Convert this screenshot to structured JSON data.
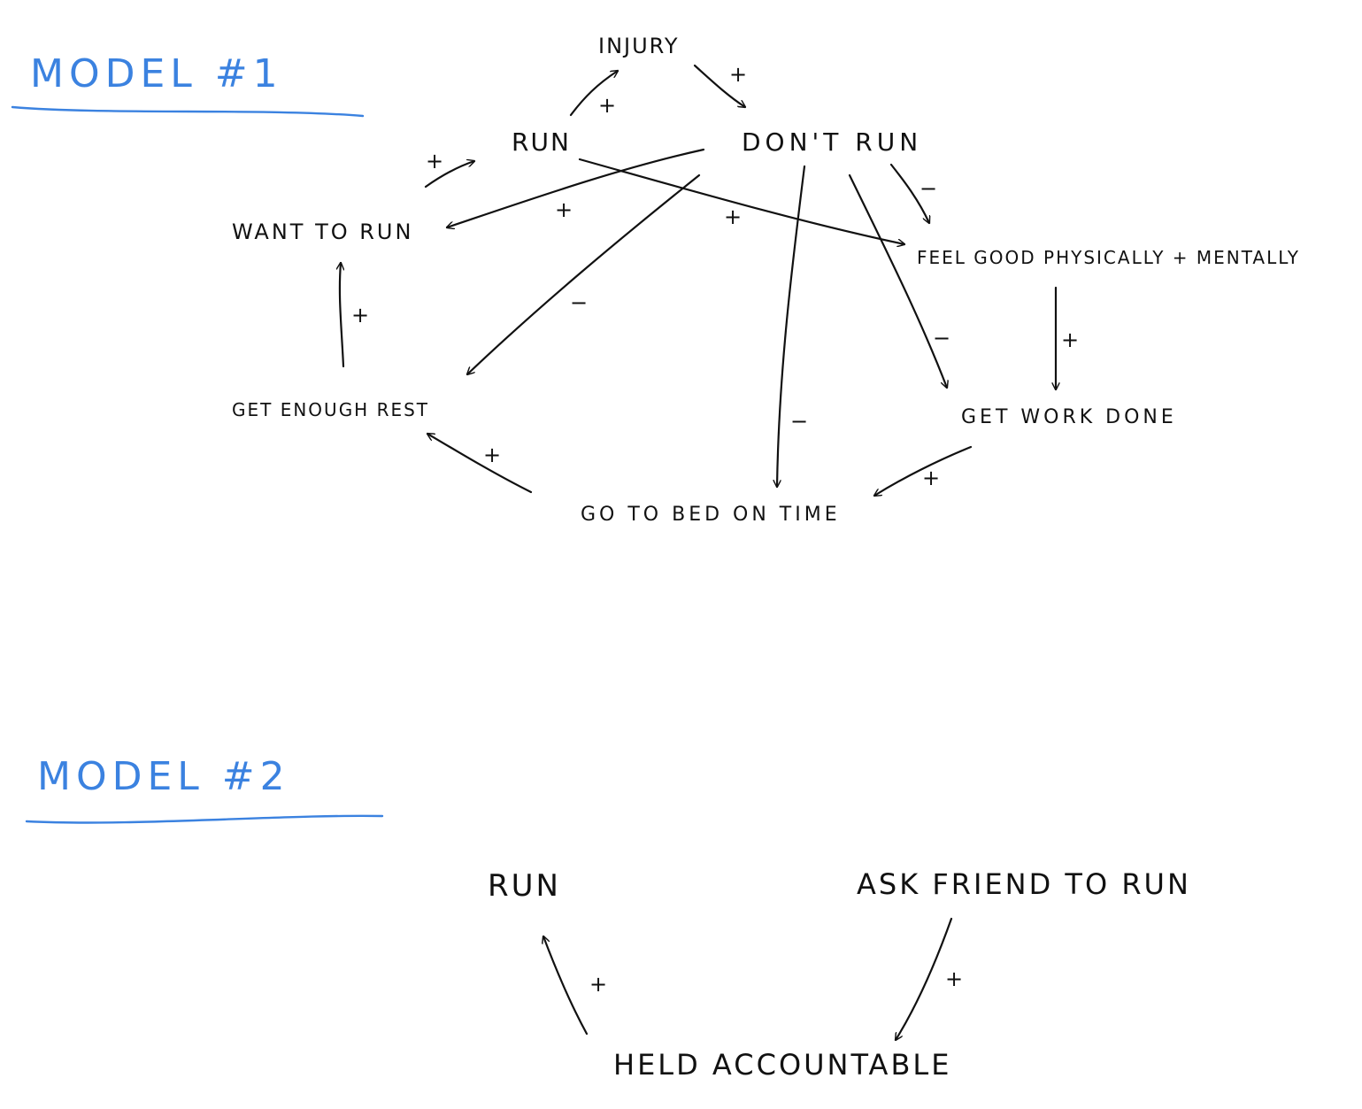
{
  "colors": {
    "ink": "#111111",
    "accent": "#3b82e0"
  },
  "model1": {
    "title": "MODEL #1",
    "nodes": {
      "injury": "INJURY",
      "run": "RUN",
      "dont_run": "DON'T RUN",
      "want_to_run": "WANT TO RUN",
      "feel_good": "FEEL GOOD PHYSICALLY + MENTALLY",
      "get_enough_rest": "GET ENOUGH REST",
      "get_work_done": "GET WORK DONE",
      "go_to_bed": "GO TO BED ON TIME"
    },
    "links": [
      {
        "from": "run",
        "to": "injury",
        "sign": "+"
      },
      {
        "from": "injury",
        "to": "dont_run",
        "sign": "+"
      },
      {
        "from": "want_to_run",
        "to": "run",
        "sign": "+"
      },
      {
        "from": "dont_run",
        "to": "want_to_run",
        "sign": "+"
      },
      {
        "from": "run",
        "to": "feel_good",
        "sign": "+"
      },
      {
        "from": "dont_run",
        "to": "feel_good",
        "sign": "−"
      },
      {
        "from": "dont_run",
        "to": "get_enough_rest",
        "sign": "−"
      },
      {
        "from": "dont_run",
        "to": "go_to_bed",
        "sign": "−"
      },
      {
        "from": "dont_run",
        "to": "get_work_done",
        "sign": "−"
      },
      {
        "from": "get_enough_rest",
        "to": "want_to_run",
        "sign": "+"
      },
      {
        "from": "feel_good",
        "to": "get_work_done",
        "sign": "+"
      },
      {
        "from": "go_to_bed",
        "to": "get_enough_rest",
        "sign": "+"
      },
      {
        "from": "get_work_done",
        "to": "go_to_bed",
        "sign": "+"
      }
    ]
  },
  "model2": {
    "title": "MODEL #2",
    "nodes": {
      "run": "RUN",
      "ask_friend": "ASK FRIEND TO RUN",
      "held_accountable": "HELD ACCOUNTABLE"
    },
    "links": [
      {
        "from": "ask_friend",
        "to": "held_accountable",
        "sign": "+"
      },
      {
        "from": "held_accountable",
        "to": "run",
        "sign": "+"
      }
    ]
  }
}
